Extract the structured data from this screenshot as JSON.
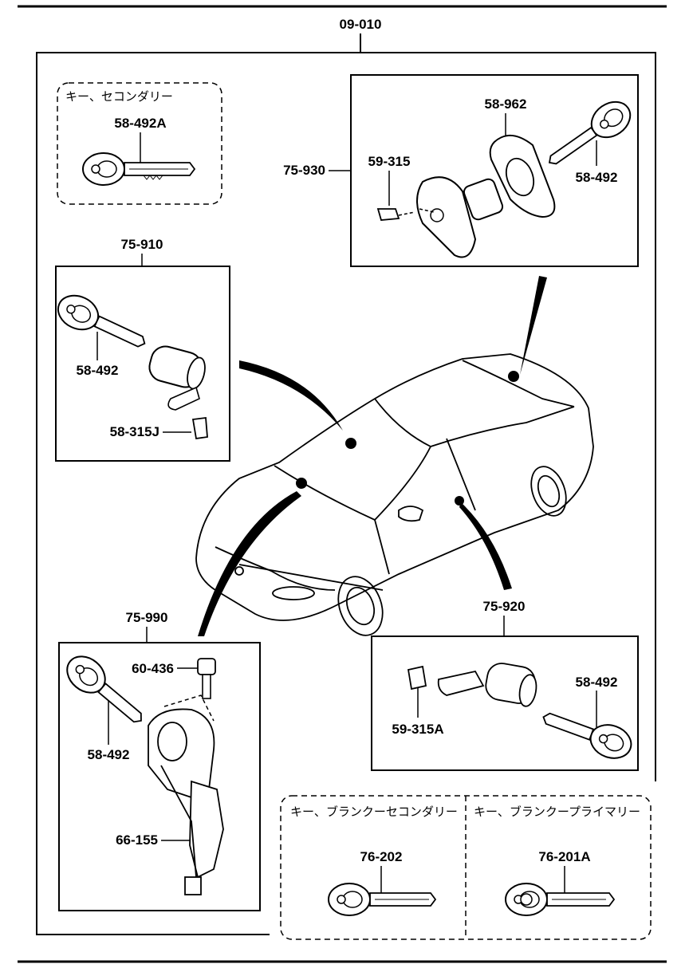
{
  "diagram": {
    "main_label": "09-010",
    "groups": {
      "key_secondary": {
        "title": "キー、セコンダリー",
        "part": "58-492A"
      },
      "g75930": {
        "group": "75-930",
        "parts": [
          "58-962",
          "59-315",
          "58-492"
        ]
      },
      "g75910": {
        "group": "75-910",
        "parts": [
          "58-492",
          "58-315J"
        ]
      },
      "g75990": {
        "group": "75-990",
        "parts": [
          "60-436",
          "58-492",
          "66-155"
        ]
      },
      "g75920": {
        "group": "75-920",
        "parts": [
          "58-492",
          "59-315A"
        ]
      },
      "blank_secondary": {
        "title": "キー、ブランクーセコンダリー",
        "part": "76-202"
      },
      "blank_primary": {
        "title": "キー、ブランクープライマリー",
        "part": "76-201A"
      }
    }
  }
}
